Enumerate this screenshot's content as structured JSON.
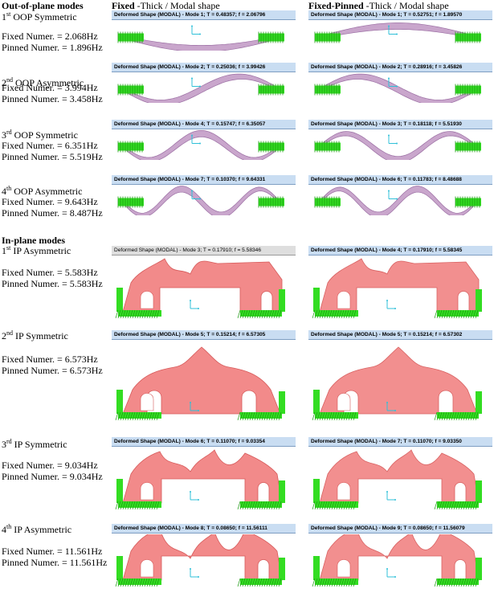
{
  "headers": {
    "left": "Out-of-plane modes",
    "col1_bold": "Fixed",
    "col1_rest": " -Thick / Modal shape",
    "col2_bold": "Fixed-Pinned",
    "col2_rest": " -Thick / Modal shape",
    "in_plane": "In-plane modes"
  },
  "oop": [
    {
      "ord": "1",
      "sup": "st",
      "name": " OOP Symmetric",
      "fixed": "Fixed Numer.  = 2.068Hz",
      "pinned": "Pinned Numer. = 1.896Hz",
      "cap1": "Deformed Shape (MODAL) - Mode 1; T = 0.48357;  f = 2.06796",
      "cap2": "Deformed Shape (MODAL) - Mode 1; T = 0.52751;  f = 1.89570"
    },
    {
      "ord": "2",
      "sup": "nd",
      "name": " OOP Asymmetric",
      "fixed": "Fixed Numer.  = 3.994Hz",
      "pinned": "Pinned Numer. = 3.458Hz",
      "cap1": "Deformed Shape (MODAL) - Mode 2; T = 0.25036;  f = 3.99426",
      "cap2": "Deformed Shape (MODAL) - Mode 2; T = 0.28916;  f = 3.45826"
    },
    {
      "ord": "3",
      "sup": "rd",
      "name": " OOP Symmetric",
      "fixed": "Fixed Numer.  = 6.351Hz",
      "pinned": "Pinned Numer. = 5.519Hz",
      "cap1": "Deformed Shape (MODAL) - Mode 4; T = 0.15747;  f = 6.35057",
      "cap2": "Deformed Shape (MODAL) - Mode 3; T = 0.18118;  f = 5.51930"
    },
    {
      "ord": "4",
      "sup": "th",
      "name": " OOP Asymmetric",
      "fixed": "Fixed Numer.  = 9.643Hz",
      "pinned": "Pinned Numer. = 8.487Hz",
      "cap1": "Deformed Shape (MODAL) - Mode 7; T = 0.10370;  f = 9.64331",
      "cap2": "Deformed Shape (MODAL) - Mode 6; T = 0.11783;  f = 8.48688"
    }
  ],
  "ip": [
    {
      "ord": "1",
      "sup": "st",
      "name": " IP Asymmetric",
      "fixed": "Fixed Numer.  = 5.583Hz",
      "pinned": "Pinned Numer. = 5.583Hz",
      "cap1": "Deformed Shape (MODAL) - Mode 3; T = 0.17910;  f = 5.58346",
      "cap2": "Deformed Shape (MODAL) - Mode 4; T = 0.17910;  f = 5.58345"
    },
    {
      "ord": "2",
      "sup": "nd",
      "name": " IP Symmetric",
      "fixed": "Fixed Numer.  = 6.573Hz",
      "pinned": "Pinned Numer. = 6.573Hz",
      "cap1": "Deformed Shape (MODAL) - Mode 5; T = 0.15214;  f = 6.57305",
      "cap2": "Deformed Shape (MODAL) - Mode 5; T = 0.15214;  f = 6.57302"
    },
    {
      "ord": "3",
      "sup": "rd",
      "name": " IP Symmetric",
      "fixed": "Fixed Numer.  = 9.034Hz",
      "pinned": "Pinned Numer. = 9.034Hz",
      "cap1": "Deformed Shape (MODAL) - Mode 6; T = 0.11070;  f = 9.03354",
      "cap2": "Deformed Shape (MODAL) - Mode 7; T = 0.11070;  f = 9.03350"
    },
    {
      "ord": "4",
      "sup": "th",
      "name": " IP Asymmetric",
      "fixed": "Fixed Numer.  = 11.561Hz",
      "pinned": "Pinned Numer. = 11.561Hz",
      "cap1": "Deformed Shape (MODAL) - Mode 8; T = 0.08650;  f = 11.56111",
      "cap2": "Deformed Shape (MODAL) - Mode 9; T = 0.08650;  f = 11.56079"
    }
  ],
  "colors": {
    "oop_fill": "#c9a6cc",
    "oop_stroke": "#9b6ea3",
    "support": "#33dd22",
    "ip_fill": "#f28a8a",
    "ip_stroke": "#d65a5a",
    "axes": "#30c0d8",
    "caption_bg": "#c9ddf2"
  }
}
